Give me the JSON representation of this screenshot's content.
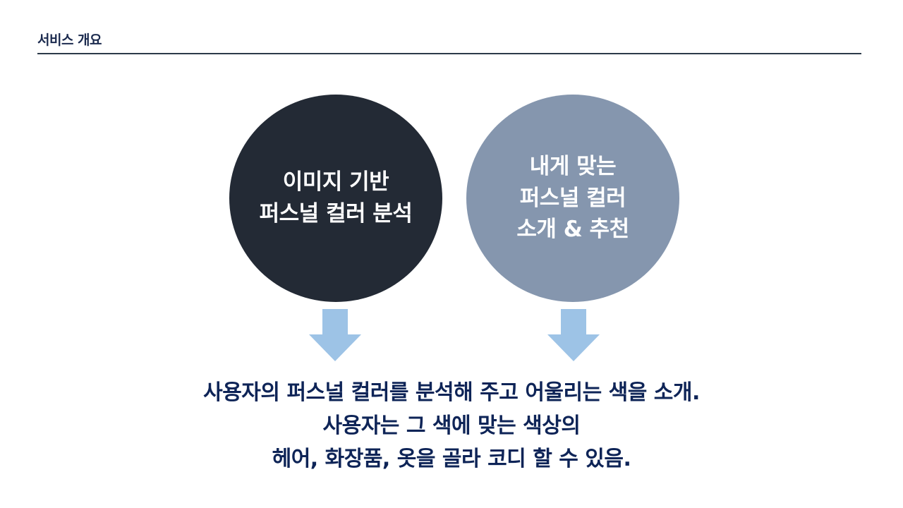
{
  "header": {
    "title": "서비스 개요"
  },
  "circles": [
    {
      "lines": [
        "이미지 기반",
        "퍼스널 컬러 분석"
      ],
      "color": "#232a35"
    },
    {
      "lines": [
        "내게 맞는",
        "퍼스널 컬러",
        "소개 & 추천"
      ],
      "color": "#8596ae"
    }
  ],
  "arrow_color": "#9dc3e6",
  "summary": {
    "lines": [
      "사용자의 퍼스널 컬러를 분석해 주고 어울리는 색을 소개.",
      "사용자는 그 색에 맞는 색상의",
      "헤어, 화장품, 옷을 골라 코디 할 수 있음."
    ],
    "color": "#0e2457"
  }
}
